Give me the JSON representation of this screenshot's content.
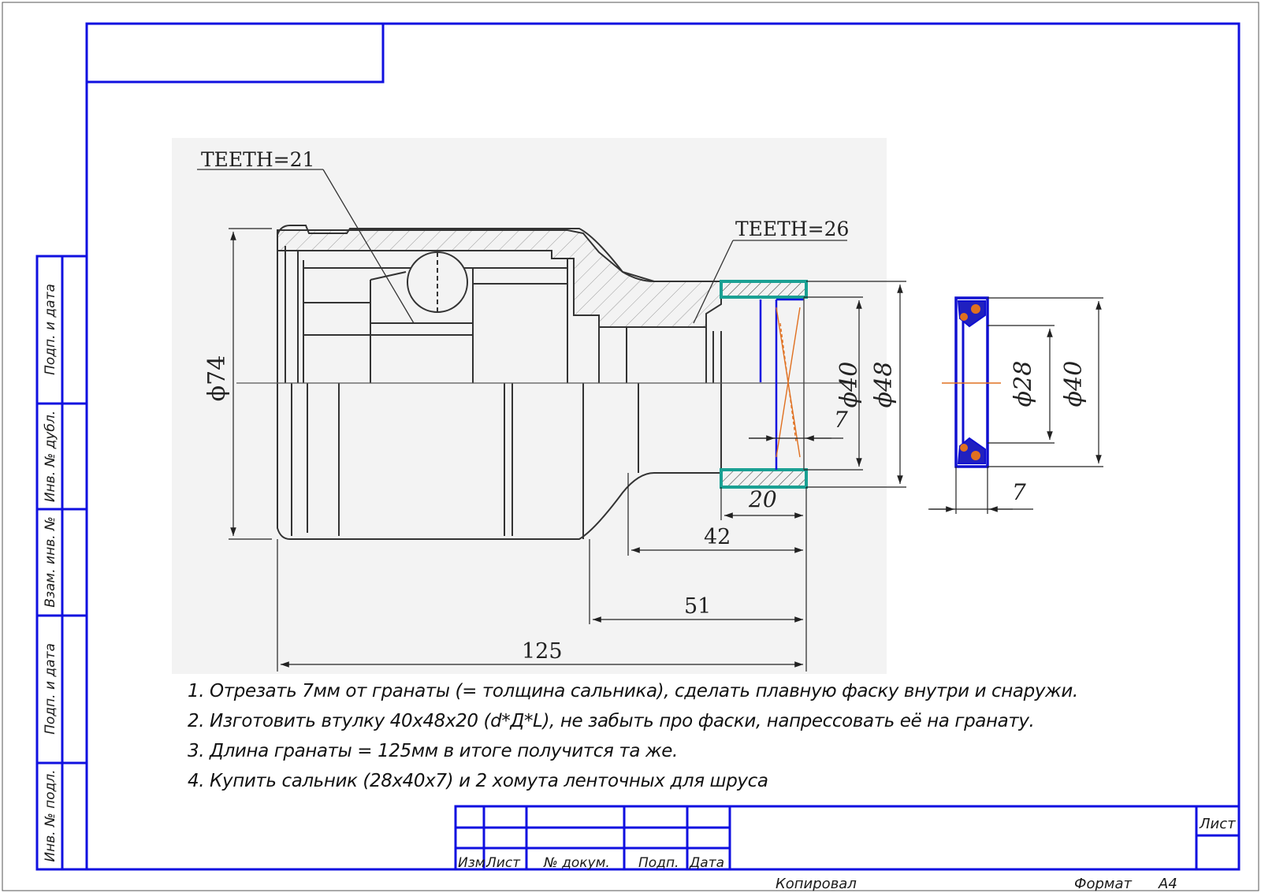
{
  "colors": {
    "frame": "#1010e0",
    "bushing": "#1aa093",
    "seal": "#1010d0",
    "cut_line": "#e07020",
    "drawing_bg": "#f3f3f3",
    "line": "#333333"
  },
  "drawing": {
    "teeth_outer": "TEETH=21",
    "teeth_inner": "TEETH=26",
    "dims": {
      "d74": "ϕ74",
      "d40": "ϕ40",
      "d48": "ϕ48",
      "cut": "7",
      "bushing_len": "20",
      "len42": "42",
      "len51": "51",
      "len125": "125"
    }
  },
  "seal": {
    "d28": "ϕ28",
    "d40": "ϕ40",
    "width": "7"
  },
  "notes": [
    "1. Отрезать 7мм от гранаты (= толщина сальника), сделать плавную фаску внутри и снаружи.",
    "2. Изготовить втулку 40х48х20 (d*Д*L), не забыть про фаски, напрессовать её на гранату.",
    "3. Длина гранаты = 125мм в итоге получится та же.",
    "4. Купить сальник (28х40х7) и 2 хомута ленточных для шруса"
  ],
  "side_stamp": [
    "Подп. и дата",
    "Инв. № дубл.",
    "Взам. инв. №",
    "Подп. и дата",
    "Инв. № подл."
  ],
  "title_block": {
    "col_izm": "Изм.",
    "col_list": "Лист",
    "col_doc": "№ докум.",
    "col_sign": "Подп.",
    "col_date": "Дата",
    "sheet_label": "Лист",
    "copied": "Копировал",
    "format_label": "Формат",
    "format_value": "А4"
  }
}
